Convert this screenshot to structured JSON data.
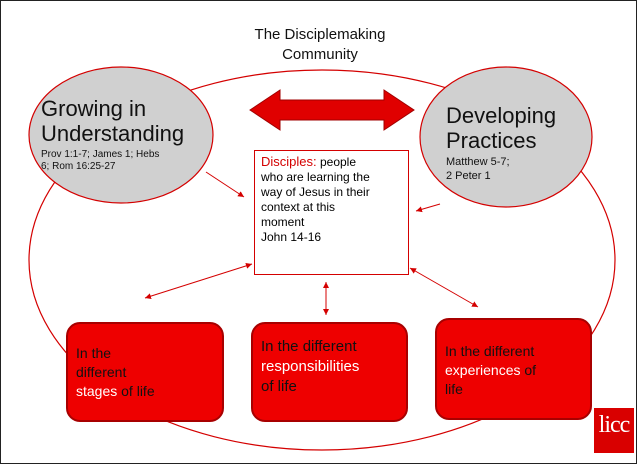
{
  "title": {
    "line1": "The Disciplemaking",
    "line2": "Community"
  },
  "left_bubble": {
    "title_line1": "Growing in",
    "title_line2": "Understanding",
    "refs_line1": "Prov 1:1-7; James 1; Hebs",
    "refs_line2": "6; Rom 16:25-27"
  },
  "right_bubble": {
    "title_line1": "Developing",
    "title_line2": "Practices",
    "refs_line1": "Matthew 5-7;",
    "refs_line2": "2 Peter 1"
  },
  "center": {
    "lead": "Disciples:",
    "line1": "people",
    "line2": "who are learning the",
    "line3": "way of Jesus in their",
    "line4": "context at this",
    "line5": "moment",
    "line6": "John 14-16"
  },
  "boxes": [
    {
      "line1": "In the",
      "line2": "different",
      "line3_hl": "stages",
      "line3_rest": "of life"
    },
    {
      "line1": "In the different",
      "line2_hl": "responsibilities",
      "line3": "of life"
    },
    {
      "line1": "In the different",
      "line2_hl": "experiences",
      "line2_rest": "of",
      "line3": "life"
    }
  ],
  "logo": {
    "text": "licc"
  },
  "colors": {
    "accent_red": "#ee0000",
    "bubble_gray": "#d0d0d0",
    "outline_red": "#d40000"
  }
}
